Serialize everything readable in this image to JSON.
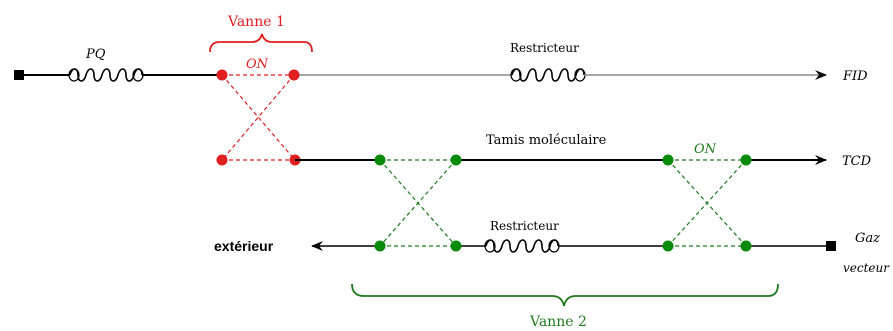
{
  "labels": {
    "pq": "PQ",
    "vanne1": "Vanne 1",
    "on_top": "ON",
    "restricteur_top": "Restricteur",
    "fid": "FID",
    "tamis": "Tamis moléculaire",
    "on_right": "ON",
    "tcd": "TCD",
    "restricteur_bottom": "Restricteur",
    "exterieur": "extérieur",
    "gaz": "Gaz",
    "vecteur": "vecteur",
    "vanne2": "Vanne 2"
  },
  "colors": {
    "line": "#000000",
    "grey_line": "#8a8a8a",
    "valve1": "#e02020",
    "valve2": "#1e7a1e",
    "valve2_dots": "#0a8a0a"
  },
  "icons": {
    "coil": "coil-icon",
    "terminal": "square-terminal-icon",
    "arrow": "arrowhead-icon"
  }
}
